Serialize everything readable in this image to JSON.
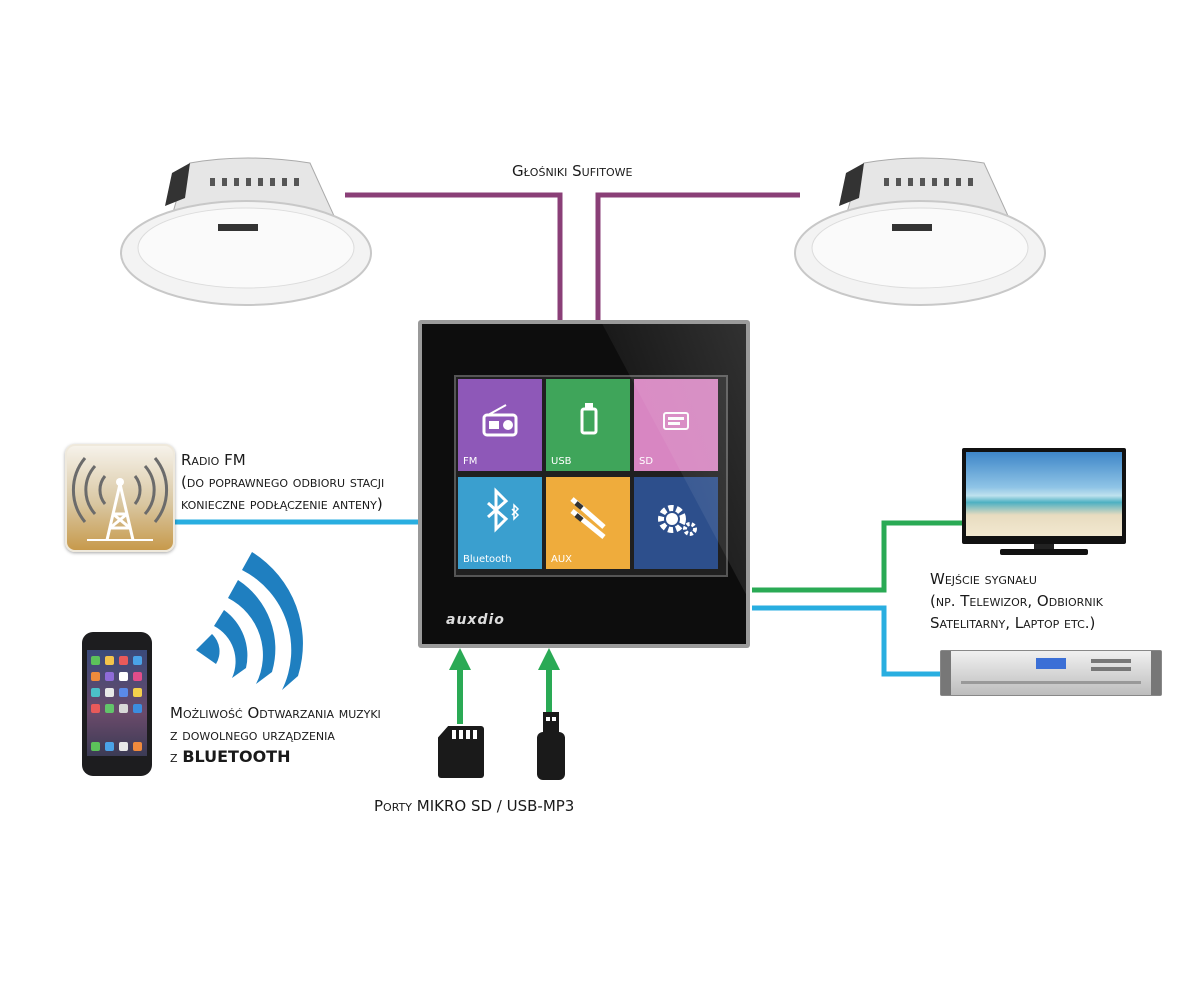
{
  "labels": {
    "speakers": "Głośniki Sufitowe",
    "radio_title": "Radio FM",
    "radio_line1": "(do poprawnego odbioru stacji",
    "radio_line2": "konieczne podłączenie anteny)",
    "bt_line1": "Możliwość Odtwarzania muzyki",
    "bt_line2": "z dowolnego urządzenia",
    "bt_line3_prefix": "z ",
    "bt_line3_bold": "BLUETOOTH",
    "input_line1": "Wejście sygnału",
    "input_line2": "(np. Telewizor, Odbiornik",
    "input_line3": "Satelitarny, Laptop etc.)",
    "ports": "Porty MIKRO SD / USB-MP3"
  },
  "panel": {
    "brand": "auxdio",
    "tiles": [
      {
        "label": "FM",
        "color": "#8e58b8",
        "icon": "radio-icon"
      },
      {
        "label": "USB",
        "color": "#3fa55a",
        "icon": "usb-drive-icon"
      },
      {
        "label": "SD",
        "color": "#d886c2",
        "icon": "sd-card-icon"
      },
      {
        "label": "Bluetooth",
        "color": "#3a9fcf",
        "icon": "bluetooth-icon"
      },
      {
        "label": "AUX",
        "color": "#efac3c",
        "icon": "aux-cable-icon"
      },
      {
        "label": "",
        "color": "#2d4f8c",
        "icon": "settings-gear-icon"
      }
    ]
  },
  "colors": {
    "speaker_wire": "#8a3f77",
    "radio_wire": "#29aee0",
    "input_wire_green": "#2aaa55",
    "input_wire_blue": "#29aee0",
    "port_arrow": "#2aaa55",
    "bluetooth_waves": "#1f7fc0"
  }
}
